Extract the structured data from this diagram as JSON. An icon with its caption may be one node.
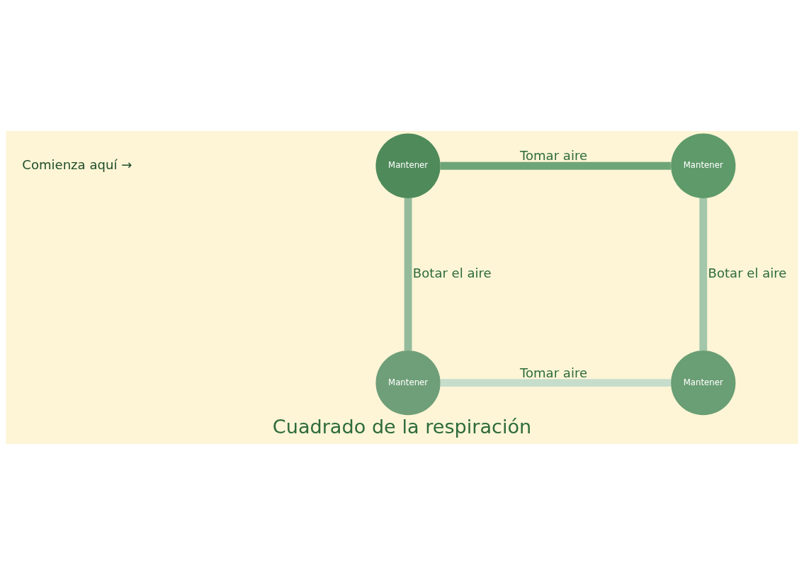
{
  "diagram": {
    "title": "Cuadrado de la respiración",
    "nodes": [
      {
        "text": [
          "Mantener"
        ]
      },
      {
        "text": [
          "Mantener"
        ]
      },
      {
        "text": [
          "Mantener"
        ]
      },
      {
        "text": [
          "Mantener"
        ]
      }
    ],
    "edges": [
      {
        "from": 0,
        "to": 1,
        "arrow": "none",
        "label": "Tomar aire"
      },
      {
        "from": 1,
        "to": 3,
        "arrow": "none",
        "label": "Botar el aire"
      },
      {
        "from": 2,
        "to": 3,
        "arrow": "none",
        "label": "Tomar aire"
      },
      {
        "from": 0,
        "to": 2,
        "arrow": "none",
        "label": "Botar el aire"
      }
    ],
    "labels": [
      "Comienza aquí →"
    ]
  }
}
